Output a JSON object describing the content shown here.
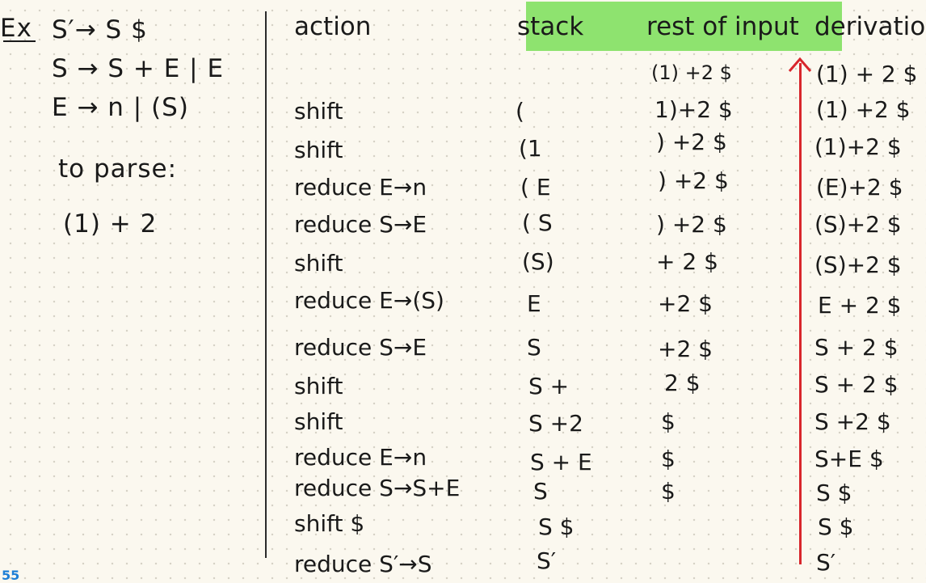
{
  "grammar": {
    "ex_label": "Ex",
    "rules": [
      "S′→ S $",
      "S → S + E | E",
      "E → n | (S)"
    ],
    "to_parse_label": "to parse:",
    "input_expression": "(1) + 2"
  },
  "table": {
    "headers": {
      "action": "action",
      "stack": "stack",
      "rest_of_input": "rest of input",
      "derivation": "derivation"
    },
    "rows": [
      {
        "action": "",
        "stack": "",
        "rest": "(1) +2 $",
        "derivation": "(1) + 2 $"
      },
      {
        "action": "shift",
        "stack": "(",
        "rest": "1)+2 $",
        "derivation": "(1) +2 $"
      },
      {
        "action": "shift",
        "stack": "(1",
        "rest": ") +2 $",
        "derivation": "(1)+2 $"
      },
      {
        "action": "reduce E→n",
        "stack": "( E",
        "rest": ") +2 $",
        "derivation": "(E)+2 $"
      },
      {
        "action": "reduce S→E",
        "stack": "( S",
        "rest": ") +2 $",
        "derivation": "(S)+2 $"
      },
      {
        "action": "shift",
        "stack": "(S)",
        "rest": "+ 2 $",
        "derivation": "(S)+2 $"
      },
      {
        "action": "reduce E→(S)",
        "stack": "E",
        "rest": "+2 $",
        "derivation": "E + 2 $"
      },
      {
        "action": "reduce S→E",
        "stack": "S",
        "rest": "+2 $",
        "derivation": "S + 2 $"
      },
      {
        "action": "shift",
        "stack": "S +",
        "rest": "2 $",
        "derivation": "S + 2 $"
      },
      {
        "action": "shift",
        "stack": "S +2",
        "rest": "$",
        "derivation": "S +2 $"
      },
      {
        "action": "reduce E→n",
        "stack": "S + E",
        "rest": "$",
        "derivation": "S+E $"
      },
      {
        "action": "reduce S→S+E",
        "stack": "S",
        "rest": "$",
        "derivation": "S $"
      },
      {
        "action": "shift $",
        "stack": "S $",
        "rest": "",
        "derivation": "S $"
      },
      {
        "action": "reduce S′→S",
        "stack": "S′",
        "rest": "",
        "derivation": "S′"
      }
    ]
  },
  "page_number": "55",
  "colors": {
    "highlight": "#8ee36f",
    "arrow": "#d8262c",
    "page_number": "#1e7fd6"
  }
}
